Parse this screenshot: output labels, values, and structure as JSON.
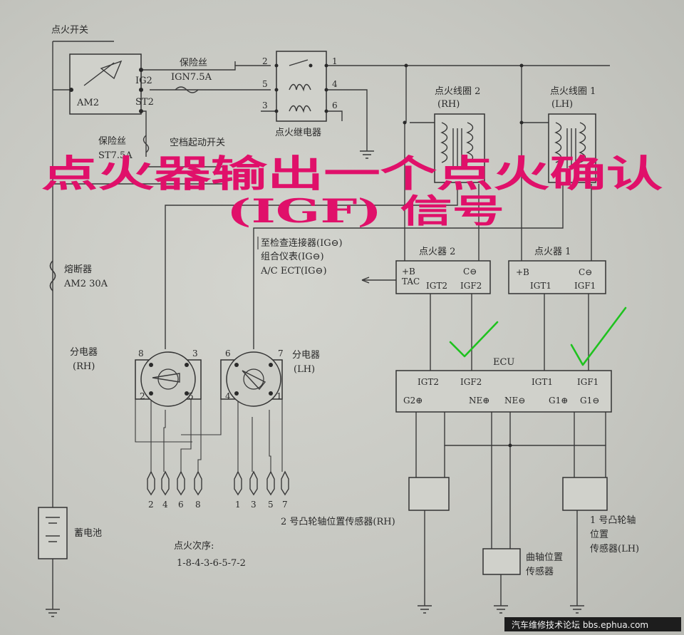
{
  "labels": {
    "ignition_switch": "点火开关",
    "am2": "AM2",
    "ig2": "IG2",
    "st2": "ST2",
    "fuse_ign_title": "保险丝",
    "fuse_ign_value": "IGN7.5A",
    "fuse_st_title": "保险丝",
    "fuse_st_value": "ST7.5A",
    "neutral_start_switch": "空档起动开关",
    "ignition_relay": "点火继电器",
    "relay_pins": [
      "2",
      "5",
      "3",
      "1",
      "4",
      "6"
    ],
    "coil2_title": "点火线圈 2",
    "coil2_side": "(RH)",
    "coil1_title": "点火线圈 1",
    "coil1_side": "(LH)",
    "check_connector_line1": "至检查连接器(IG⊖)",
    "check_connector_line2": "组合仪表(IG⊖)",
    "check_connector_line3": "A/C ECT(IG⊖)",
    "igniter2_title": "点火器 2",
    "igniter1_title": "点火器 1",
    "igniter2_pins": [
      "+B",
      "TAC",
      "C⊖",
      "IGT2",
      "IGF2"
    ],
    "igniter1_pins": [
      "+B",
      "C⊖",
      "IGT1",
      "IGF1"
    ],
    "ecu": "ECU",
    "ecu_top_pins": [
      "IGT2",
      "IGF2",
      "IGT1",
      "IGF1"
    ],
    "ecu_bottom_pins": [
      "G2⊕",
      "NE⊕",
      "NE⊖",
      "G1⊕",
      "G1⊖"
    ],
    "fusible_link_title": "熔断器",
    "fusible_link_value": "AM2 30A",
    "distributor_rh_title": "分电器",
    "distributor_rh_side": "(RH)",
    "distributor_lh_title": "分电器",
    "distributor_lh_side": "(LH)",
    "dist_rh_pins": [
      "8",
      "3",
      "2",
      "5"
    ],
    "dist_lh_pins": [
      "6",
      "7",
      "4",
      "1"
    ],
    "plugs_rh": [
      "2",
      "4",
      "6",
      "8"
    ],
    "plugs_lh": [
      "1",
      "3",
      "5",
      "7"
    ],
    "battery": "蓄电池",
    "firing_order_title": "点火次序:",
    "firing_order_value": "1-8-4-3-6-5-7-2",
    "cam_sensor_2": "2 号凸轮轴位置传感器(RH)",
    "cam_sensor_1_line1": "1 号凸轮轴",
    "cam_sensor_1_line2": "位置",
    "cam_sensor_1_line3": "传感器(LH)",
    "crank_sensor_line1": "曲轴位置",
    "crank_sensor_line2": "传感器"
  },
  "overlay": {
    "line1": "点火器输出一个点火确认",
    "line2": "(IGF) 信号",
    "color": "#e0106a"
  },
  "annotation_color": "#1fc21f",
  "footer": "汽车维修技术论坛 bbs.ephua.com"
}
